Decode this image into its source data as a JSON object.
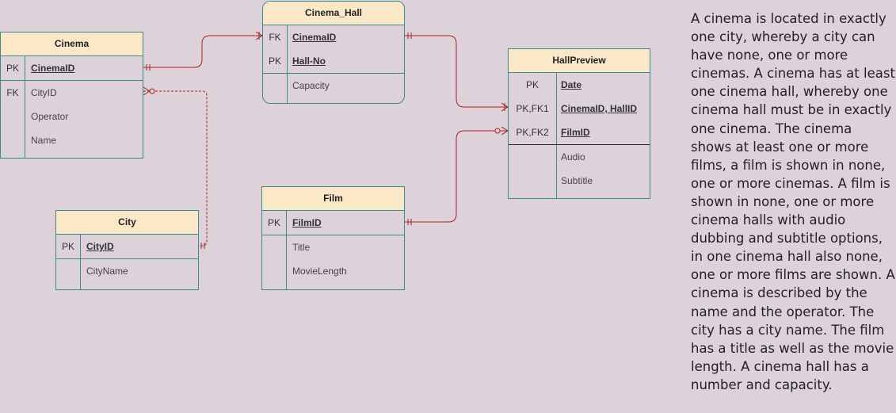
{
  "entities": {
    "cinema": {
      "title": "Cinema",
      "rows": [
        {
          "key": "PK",
          "field": "CinemaID"
        },
        {
          "key": "FK",
          "field": "CityID"
        },
        {
          "key": "",
          "field": "Operator"
        },
        {
          "key": "",
          "field": "Name"
        }
      ]
    },
    "cinema_hall": {
      "title": "Cinema_Hall",
      "rows": [
        {
          "key": "FK",
          "field": "CinemaID"
        },
        {
          "key": "PK",
          "field": "Hall-No"
        },
        {
          "key": "",
          "field": "Capacity"
        }
      ]
    },
    "hall_preview": {
      "title": "HallPreview",
      "rows": [
        {
          "key": "PK",
          "field": "Date"
        },
        {
          "key": "PK,FK1",
          "field": "CinemaID, HallID"
        },
        {
          "key": "PK,FK2",
          "field": "FilmID"
        },
        {
          "key": "",
          "field": "Audio"
        },
        {
          "key": "",
          "field": "Subtitle"
        }
      ]
    },
    "city": {
      "title": "City",
      "rows": [
        {
          "key": "PK",
          "field": "CityID"
        },
        {
          "key": "",
          "field": "CityName"
        }
      ]
    },
    "film": {
      "title": "Film",
      "rows": [
        {
          "key": "PK",
          "field": "FilmID"
        },
        {
          "key": "",
          "field": "Title"
        },
        {
          "key": "",
          "field": "MovieLength"
        }
      ]
    }
  },
  "colors": {
    "header_fill": "#fbe8c8",
    "border": "#3c8a8a",
    "relationship": "#a32222",
    "background": "#ddd2da"
  },
  "description": "A cinema is located in exactly one city, whereby a city can have none, one or more cinemas. A cinema has at least one cinema hall, whereby one cinema hall must be in exactly one cinema. The cinema shows at least one or more films, a film is shown in none, one or more cinemas. A film is shown in none, one or more cinema halls with audio dubbing and subtitle options, in one cinema hall also none, one or more films are shown. A cinema is described by the name and the operator. The city has a city name. The film has a title as well as the movie length. A cinema hall has a number and capacity."
}
